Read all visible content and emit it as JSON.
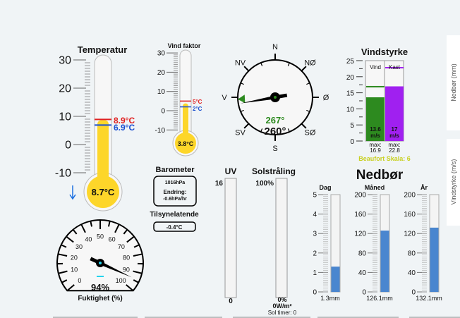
{
  "colors": {
    "mercury": "#fdd62a",
    "max": "#e02020",
    "min": "#1a4fd0",
    "wind": "#2d8a1f",
    "gust": "#a020f0",
    "rain": "#4a86cf",
    "beaufort": "#c8d020",
    "uvdash": "#22d3ee"
  },
  "temperature": {
    "title": "Temperatur",
    "value": 8.7,
    "value_label": "8.7°C",
    "max": 8.9,
    "max_label": "8.9°C",
    "min": 6.9,
    "min_label": "6.9°C",
    "scale": [
      30,
      20,
      10,
      0,
      -10
    ],
    "trend": "falling",
    "trend_icon": "arrow-down-icon"
  },
  "windchill": {
    "title": "Vind faktor",
    "value": 3.8,
    "value_label": "3.8°C",
    "max": 5,
    "max_label": "5°C",
    "min": 2,
    "min_label": "2°C",
    "scale": [
      30,
      20,
      10,
      0,
      -10
    ]
  },
  "compass": {
    "labels": [
      "N",
      "NØ",
      "Ø",
      "SØ",
      "S",
      "SV",
      "V",
      "NV"
    ],
    "current_dir": 260,
    "current_label": "260°",
    "avg_dir": 267,
    "avg_label": "267°"
  },
  "windspeed": {
    "title": "Vindstyrke",
    "scale": [
      25,
      20,
      15,
      10,
      5,
      0
    ],
    "wind": {
      "label": "Vind",
      "value": 13.6,
      "value_label": "13.6",
      "unit": "m/s",
      "max": 16.9,
      "max_label": "max:",
      "max_value": "16.9"
    },
    "gust": {
      "label": "Kast",
      "value": 17,
      "value_label": "17",
      "unit": "m/s",
      "max": 22.8,
      "max_label": "max:",
      "max_value": "22.8"
    },
    "beaufort": "Beaufort Skala: 6"
  },
  "side_tabs": [
    "Nedbør (mm)",
    "Vindstyrke (m/s)"
  ],
  "barometer": {
    "title": "Barometer",
    "pressure": "1016hPa",
    "change_label": "Endring:",
    "change": "-0.6hPa/hr",
    "apparent_title": "Tilsynelatende",
    "apparent": "-0.4°C"
  },
  "uv": {
    "title": "UV",
    "max": "16",
    "min": "0",
    "value": 0
  },
  "solar": {
    "title": "Solstråling",
    "max": "100%",
    "value_label": "0%",
    "irradiance": "0W/m²",
    "hours": "Sol timer: 0",
    "value": 0
  },
  "rain": {
    "title": "Nedbør",
    "gauges": [
      {
        "title": "Dag",
        "max": 5,
        "scale": [
          "5",
          "4",
          "3",
          "2",
          "1",
          "0"
        ],
        "value": 1.3,
        "label": "1.3mm"
      },
      {
        "title": "Måned",
        "max": 200,
        "scale": [
          "200",
          "160",
          "120",
          "80",
          "40",
          "0"
        ],
        "value": 126.1,
        "label": "126.1mm"
      },
      {
        "title": "År",
        "max": 200,
        "scale": [
          "200",
          "160",
          "120",
          "80",
          "40",
          "0"
        ],
        "value": 132.1,
        "label": "132.1mm"
      }
    ]
  },
  "humidity": {
    "title": "Fuktighet (%)",
    "value": 94,
    "value_label": "94%",
    "scale": [
      "0",
      "10",
      "20",
      "30",
      "40",
      "50",
      "60",
      "70",
      "80",
      "90",
      "100"
    ]
  }
}
